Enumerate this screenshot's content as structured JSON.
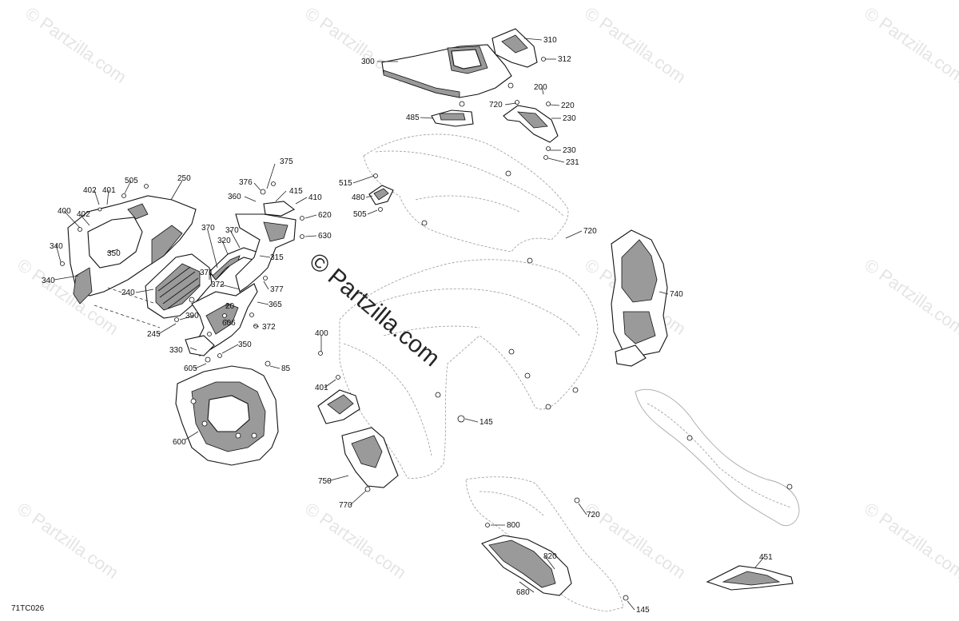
{
  "watermark": {
    "site": "© Partzilla.com",
    "center": "© Partzilla.com"
  },
  "diagram_code": "71TC026",
  "callouts": [
    {
      "id": "c300",
      "text": "300"
    },
    {
      "id": "c310",
      "text": "310"
    },
    {
      "id": "c312",
      "text": "312"
    },
    {
      "id": "c200",
      "text": "200"
    },
    {
      "id": "c720a",
      "text": "720"
    },
    {
      "id": "c220",
      "text": "220"
    },
    {
      "id": "c230a",
      "text": "230"
    },
    {
      "id": "c485",
      "text": "485"
    },
    {
      "id": "c230b",
      "text": "230"
    },
    {
      "id": "c231",
      "text": "231"
    },
    {
      "id": "c375",
      "text": "375"
    },
    {
      "id": "c376",
      "text": "376"
    },
    {
      "id": "c415",
      "text": "415"
    },
    {
      "id": "c360",
      "text": "360"
    },
    {
      "id": "c410",
      "text": "410"
    },
    {
      "id": "c620",
      "text": "620"
    },
    {
      "id": "c630",
      "text": "630"
    },
    {
      "id": "c515",
      "text": "515"
    },
    {
      "id": "c480",
      "text": "480"
    },
    {
      "id": "c505b",
      "text": "505"
    },
    {
      "id": "c720b",
      "text": "720"
    },
    {
      "id": "c505a",
      "text": "505"
    },
    {
      "id": "c250",
      "text": "250"
    },
    {
      "id": "c402a",
      "text": "402"
    },
    {
      "id": "c401a",
      "text": "401"
    },
    {
      "id": "c400a",
      "text": "400"
    },
    {
      "id": "c402b",
      "text": "402"
    },
    {
      "id": "c340a",
      "text": "340"
    },
    {
      "id": "c350a",
      "text": "350"
    },
    {
      "id": "c340b",
      "text": "340"
    },
    {
      "id": "c370a",
      "text": "370"
    },
    {
      "id": "c320",
      "text": "320"
    },
    {
      "id": "c370b",
      "text": "370"
    },
    {
      "id": "c315",
      "text": "315"
    },
    {
      "id": "c371",
      "text": "371"
    },
    {
      "id": "c372a",
      "text": "372"
    },
    {
      "id": "c377",
      "text": "377"
    },
    {
      "id": "c240",
      "text": "240"
    },
    {
      "id": "c20",
      "text": "20"
    },
    {
      "id": "c365",
      "text": "365"
    },
    {
      "id": "c390",
      "text": "390"
    },
    {
      "id": "c606",
      "text": "606"
    },
    {
      "id": "c372b",
      "text": "372"
    },
    {
      "id": "c245",
      "text": "245"
    },
    {
      "id": "c330",
      "text": "330"
    },
    {
      "id": "c350b",
      "text": "350"
    },
    {
      "id": "c605",
      "text": "605"
    },
    {
      "id": "c85",
      "text": "85"
    },
    {
      "id": "c600",
      "text": "600"
    },
    {
      "id": "c400b",
      "text": "400"
    },
    {
      "id": "c401b",
      "text": "401"
    },
    {
      "id": "c740",
      "text": "740"
    },
    {
      "id": "c145a",
      "text": "145"
    },
    {
      "id": "c750",
      "text": "750"
    },
    {
      "id": "c770",
      "text": "770"
    },
    {
      "id": "c720c",
      "text": "720"
    },
    {
      "id": "c800",
      "text": "800"
    },
    {
      "id": "c820",
      "text": "820"
    },
    {
      "id": "c451",
      "text": "451"
    },
    {
      "id": "c680",
      "text": "680"
    },
    {
      "id": "c145b",
      "text": "145"
    }
  ]
}
